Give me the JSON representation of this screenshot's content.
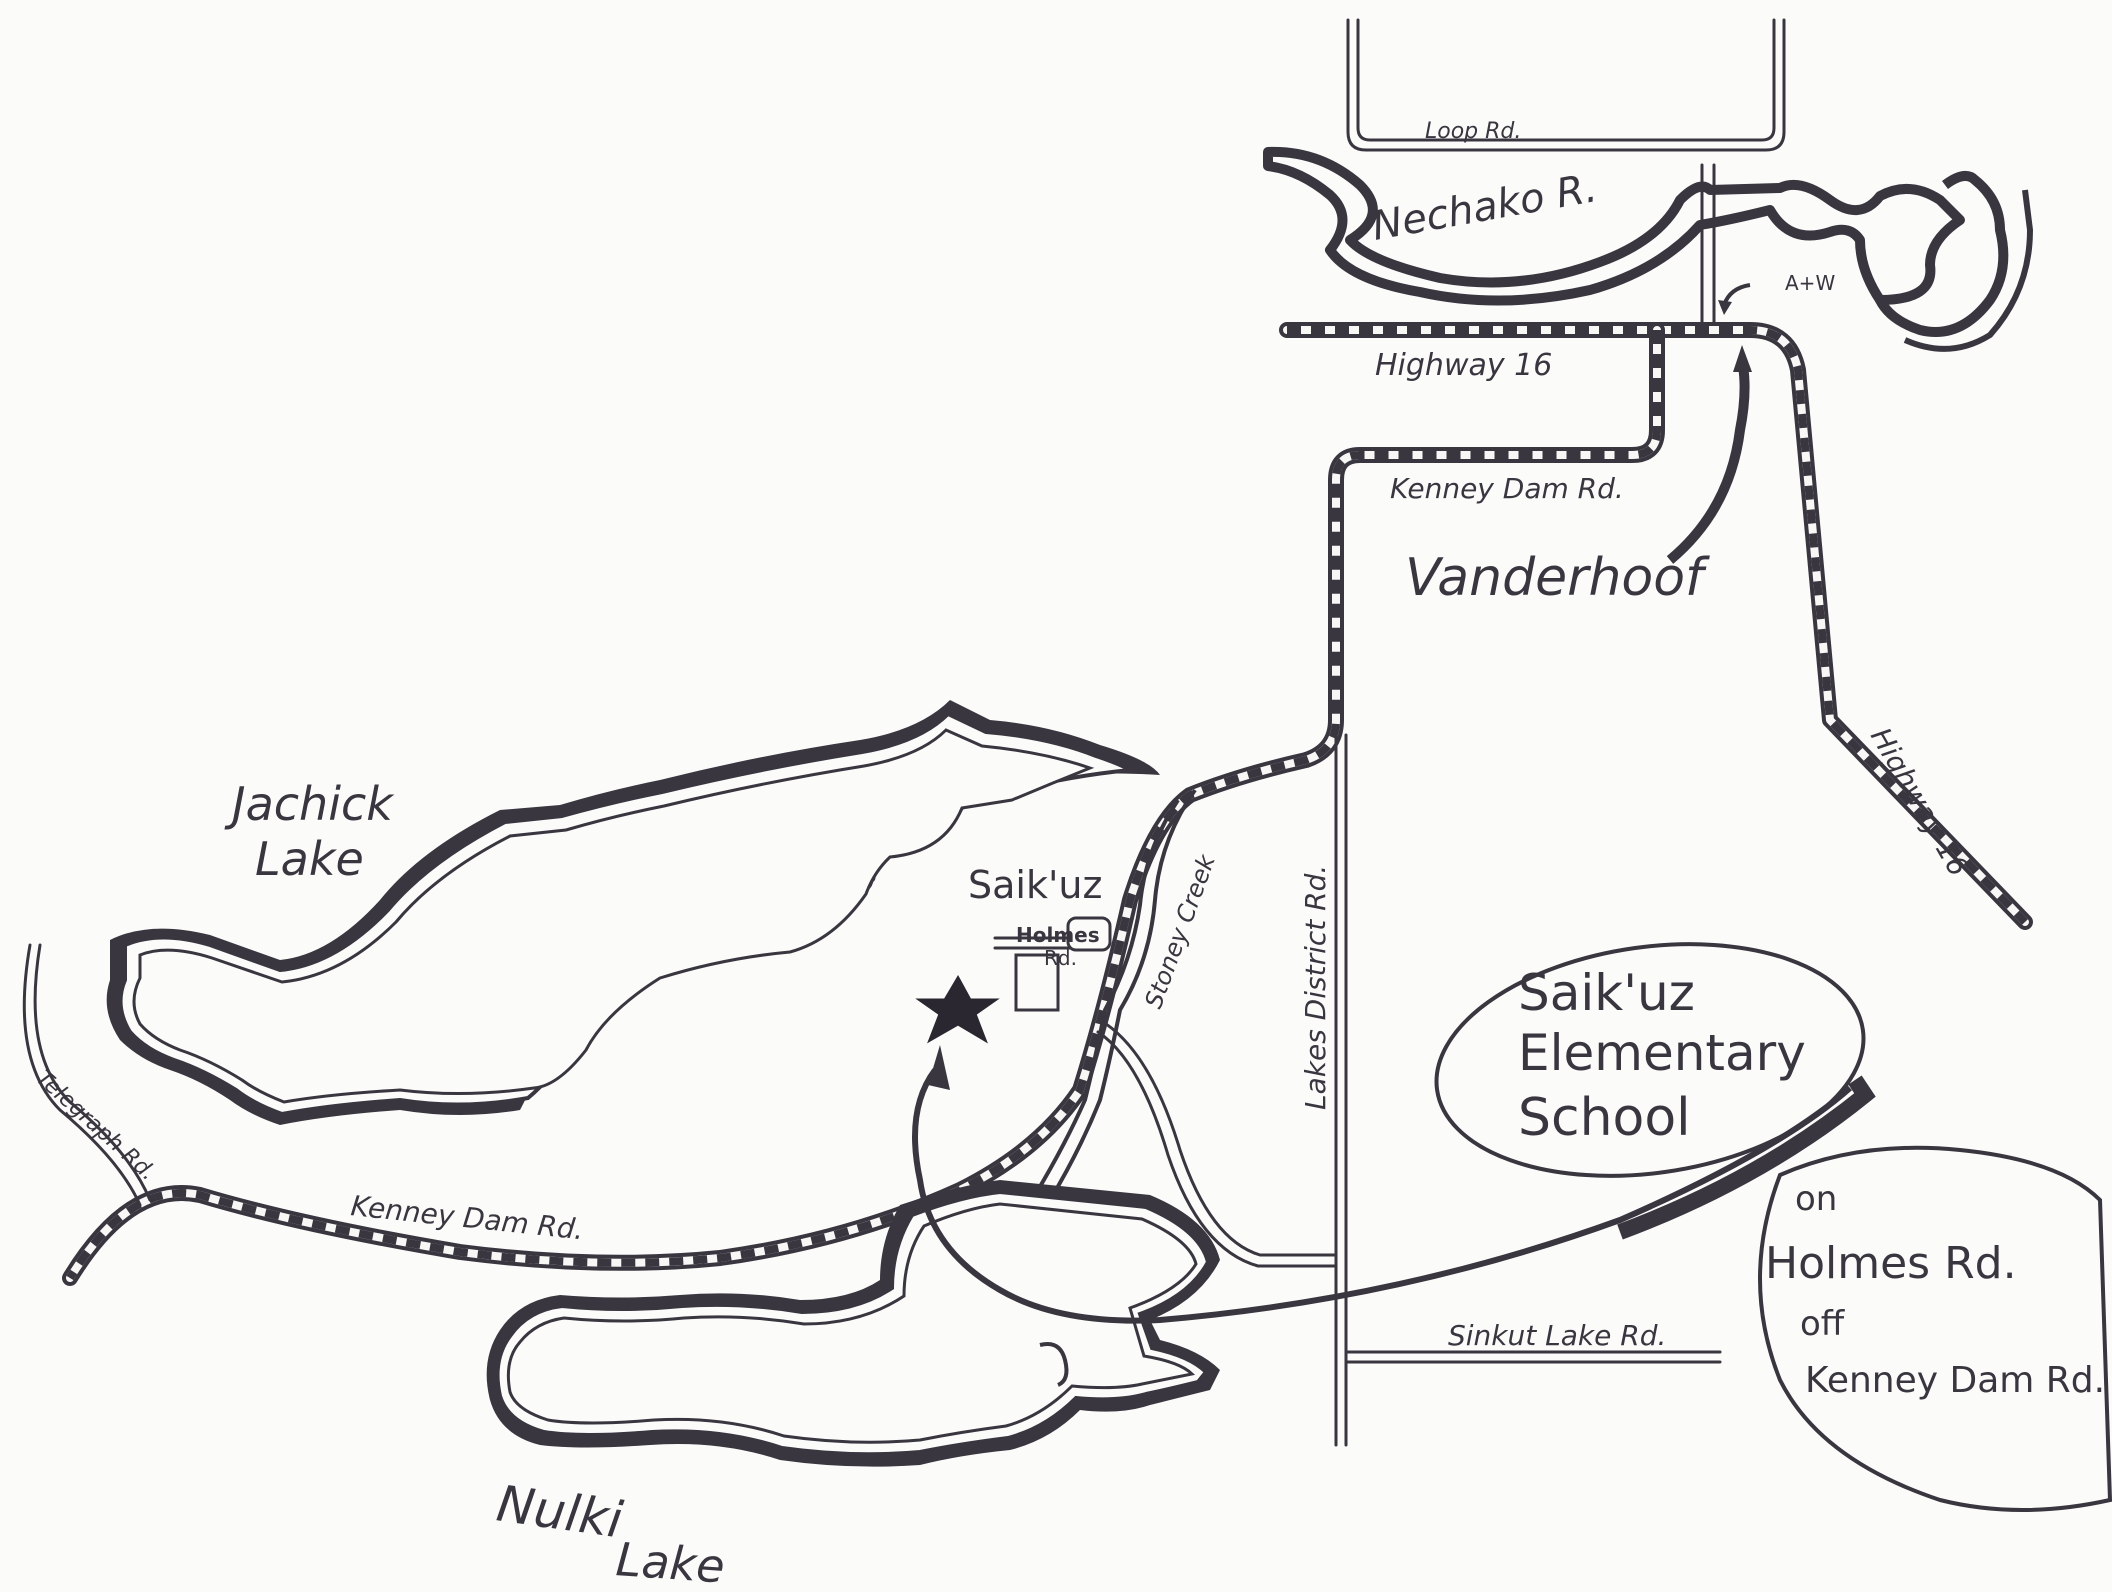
{
  "map": {
    "labels": {
      "loop_rd": "Loop Rd.",
      "nechako_r": "Nechako R.",
      "a_and_w": "A+W",
      "highway_16_top": "Highway 16",
      "highway_16_right": "Highway 16",
      "kenney_dam_rd_top": "Kenney Dam Rd.",
      "vanderhoof": "Vanderhoof",
      "jachick_lake_1": "Jachick",
      "jachick_lake_2": "Lake",
      "saikuz": "Saik'uz",
      "holmes_rd_1": "Holmes",
      "holmes_rd_2": "Rd.",
      "stoney_creek": "Stoney Creek",
      "lakes_district_rd": "Lakes District Rd.",
      "telegraph_rd": "Telegraph Rd.",
      "kenney_dam_rd_bottom": "Kenney Dam Rd.",
      "sinkut_lake_rd": "Sinkut Lake Rd.",
      "nulki_lake_1": "Nulki",
      "nulki_lake_2": "Lake"
    },
    "callouts": {
      "school": {
        "line1": "Saik'uz",
        "line2": "Elementary",
        "line3": "School"
      },
      "directions": {
        "line1": "on",
        "line2": "Holmes Rd.",
        "line3": "off",
        "line4": "Kenney Dam Rd."
      }
    },
    "markers": {
      "school_location": "star-marker"
    },
    "colors": {
      "ink": "#3a3640",
      "paper": "#fbfbfa"
    }
  }
}
